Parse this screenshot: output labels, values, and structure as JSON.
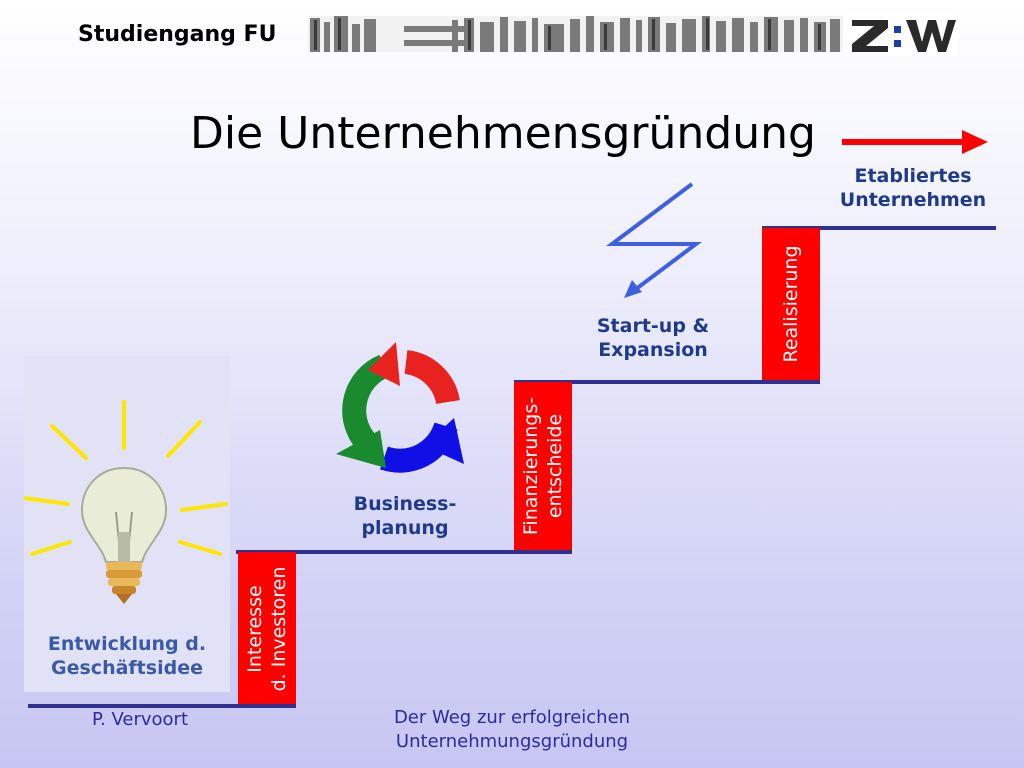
{
  "header": {
    "title": "Studiengang FU",
    "logo_text": "Z:W"
  },
  "slide": {
    "title": "Die Unternehmensgründung"
  },
  "stages": {
    "idea": "Entwicklung d.\nGeschäftsidee",
    "business_planning": "Business-\nplanung",
    "startup": "Start-up &\nExpansion",
    "established": "Etabliertes\nUnternehmen"
  },
  "boxes": {
    "investors": "Interesse\nd. Investoren",
    "financing": "Finanzierungs-\nentscheide",
    "realization": "Realisierung"
  },
  "footer": {
    "author": "P. Vervoort",
    "subtitle": "Der Weg zur erfolgreichen\nUnternehmungsgründung"
  },
  "colors": {
    "accent_red": "#ff0000",
    "step_line": "#2e3192",
    "label_blue": "#1e3a8a",
    "cycle_red": "#e8231f",
    "cycle_green": "#1a8a2e",
    "cycle_blue": "#1010e6"
  }
}
